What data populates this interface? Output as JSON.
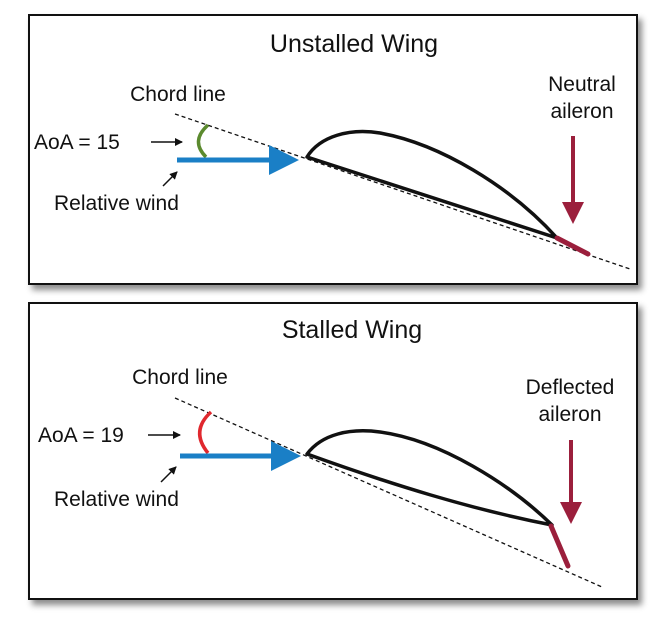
{
  "colors": {
    "wind_arrow": "#1a7fc6",
    "aileron": "#9b1f3c",
    "aoa_arc_unstalled": "#5b8a2e",
    "aoa_arc_stalled": "#e0282e",
    "outline": "#111111"
  },
  "panels": [
    {
      "title": "Unstalled Wing",
      "chord_label": "Chord line",
      "aoa_label": "AoA = 15",
      "wind_label": "Relative wind",
      "aileron_label_line1": "Neutral",
      "aileron_label_line2": "aileron"
    },
    {
      "title": "Stalled Wing",
      "chord_label": "Chord line",
      "aoa_label": "AoA = 19",
      "wind_label": "Relative wind",
      "aileron_label_line1": "Deflected",
      "aileron_label_line2": "aileron"
    }
  ]
}
